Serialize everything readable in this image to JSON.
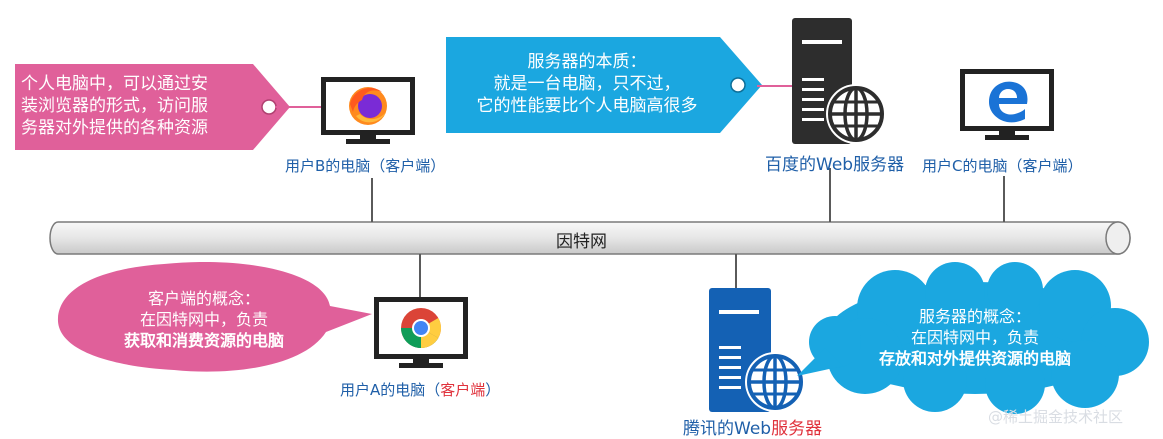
{
  "internet": {
    "label": "因特网"
  },
  "user_b": {
    "label": "用户B的电脑（客户端）",
    "browser_icon": "firefox-icon"
  },
  "user_c": {
    "label": "用户C的电脑（客户端）",
    "browser_icon": "edge-icon"
  },
  "user_a": {
    "label_main": "用户A的电脑（",
    "label_red": "客户端",
    "label_end": "）",
    "browser_icon": "chrome-icon"
  },
  "baidu_server": {
    "label": "百度的Web服务器",
    "icon": "server-globe-icon"
  },
  "tencent_server": {
    "label_main": "腾讯的Web",
    "label_red": "服务器",
    "icon": "server-globe-icon"
  },
  "tag_pc": {
    "lines": [
      "个人电脑中，可以通过安",
      "装浏览器的形式，访问服",
      "务器对外提供的各种资源"
    ]
  },
  "tag_server": {
    "lines": [
      "服务器的本质：",
      "就是一台电脑，只不过，",
      "它的性能要比个人电脑高很多"
    ]
  },
  "bubble_client": {
    "line1": "客户端的概念：",
    "line2": "在因特网中，负责",
    "line3": "获取和消费资源的电脑"
  },
  "bubble_server": {
    "line1": "服务器的概念：",
    "line2": "在因特网中，负责",
    "line3": "存放和对外提供资源的电脑"
  },
  "watermark": {
    "text": "@稀土掘金技术社区"
  },
  "colors": {
    "pink": "#e0609a",
    "blue": "#1ba7e0",
    "server_dark": "#2d2d2d",
    "server_blue": "#1461b4",
    "pipe": "#e8e8e8"
  }
}
